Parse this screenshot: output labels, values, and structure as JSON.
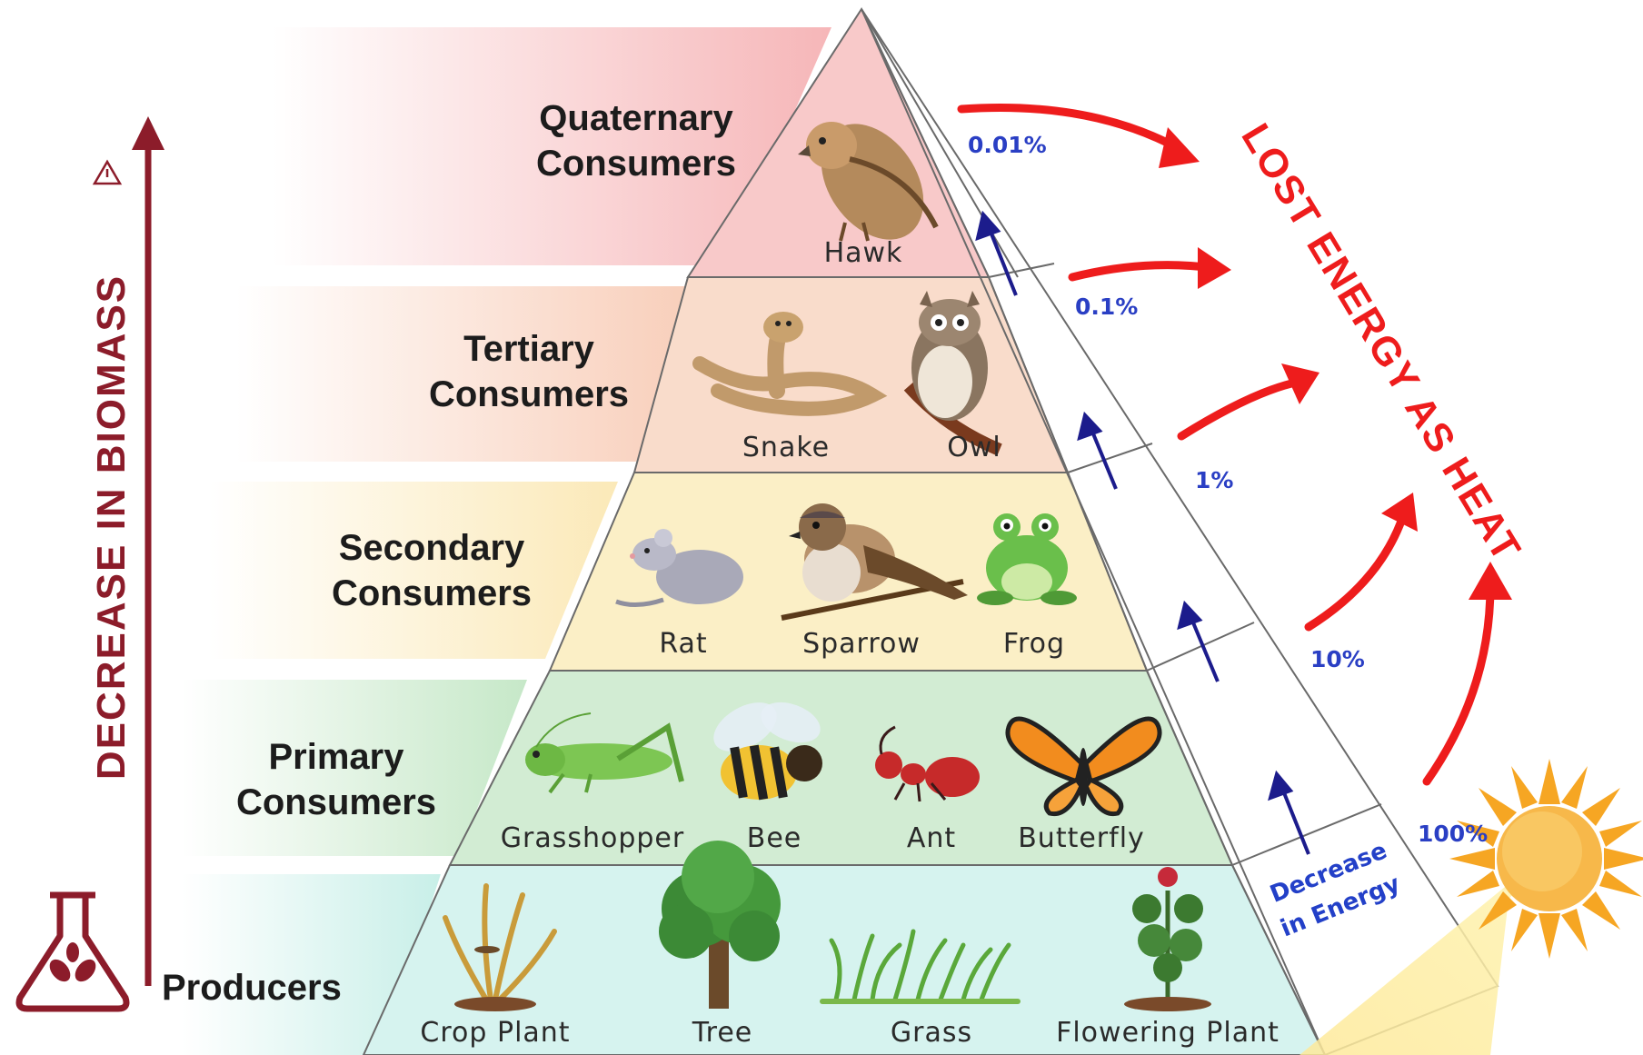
{
  "levels": [
    {
      "name_line1": "Quaternary",
      "name_line2": "Consumers",
      "organisms": [
        "Hawk"
      ],
      "percent": "0.01%",
      "color": "#f8c9c9"
    },
    {
      "name_line1": "Tertiary",
      "name_line2": "Consumers",
      "organisms": [
        "Snake",
        "Owl"
      ],
      "percent": "0.1%",
      "color": "#f9dccb"
    },
    {
      "name_line1": "Secondary",
      "name_line2": "Consumers",
      "organisms": [
        "Rat",
        "Sparrow",
        "Frog"
      ],
      "percent": "1%",
      "color": "#fbefc6"
    },
    {
      "name_line1": "Primary",
      "name_line2": "Consumers",
      "organisms": [
        "Grasshopper",
        "Bee",
        "Ant",
        "Butterfly"
      ],
      "percent": "10%",
      "color": "#d2ecd3"
    },
    {
      "name_line1": "Producers",
      "name_line2": "",
      "organisms": [
        "Crop Plant",
        "Tree",
        "Grass",
        "Flowering Plant"
      ],
      "percent": "100%",
      "color": "#d6f3ef"
    }
  ],
  "biomass_label": "DECREASE IN BIOMASS",
  "heat_label": "LOST ENERGY AS HEAT",
  "energy_label_line1": "Decrease",
  "energy_label_line2": "in Energy",
  "colors": {
    "biomass": "#8c1c2a",
    "heat": "#ee1c1c",
    "energy_arrow": "#1c1c8c",
    "percent": "#2a3fc4",
    "sun": "#f6b63c"
  },
  "icons": [
    "flask-leaf-icon",
    "sun-icon",
    "warning-icon"
  ]
}
